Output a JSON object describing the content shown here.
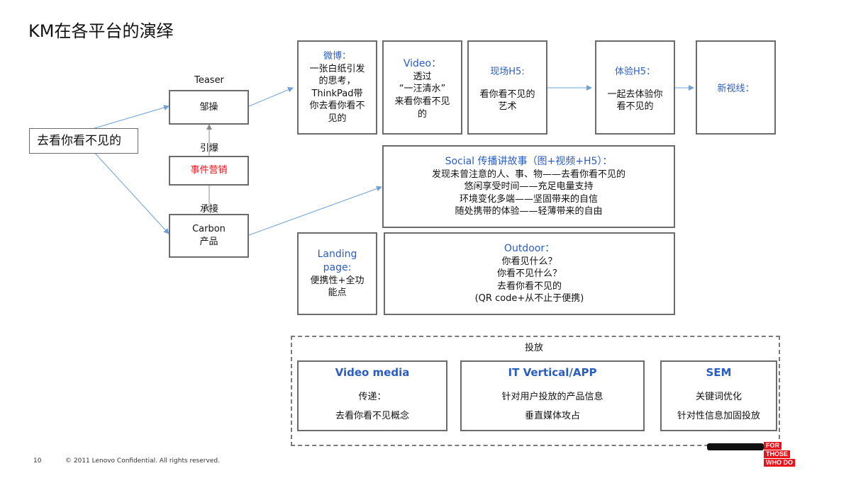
{
  "title": "KM在各平台的演绎",
  "footer": {
    "page": "10",
    "copyright": "© 2011 Lenovo Confidential. All rights reserved."
  },
  "left": {
    "main_box": "去看你看不见的",
    "teaser_label": "Teaser",
    "teaser_box": "邹操",
    "yinbao_label": "引爆",
    "event_box": "事件营销",
    "chengjie_label": "承接",
    "carbon_box_line1": "Carbon",
    "carbon_box_line2": "产品"
  },
  "top_row": {
    "weibo": {
      "title": "微博：",
      "lines": [
        "一张白纸引发",
        "的思考，",
        "ThinkPad带",
        "你去看你看不",
        "见的"
      ]
    },
    "video": {
      "title": "Video：",
      "lines": [
        "透过",
        "“一汪清水”",
        "来看你看不见",
        "的"
      ]
    },
    "xianchang": {
      "title": "现场H5:",
      "lines": [
        "看你看不见的",
        "艺术"
      ]
    },
    "tiyan": {
      "title": "体验H5：",
      "lines": [
        "一起去体验你",
        "看不见的"
      ]
    },
    "xinshixian": {
      "title": "新视线："
    }
  },
  "social": {
    "title": "Social 传播讲故事（图+视频+H5）：",
    "lines": [
      "发现未曾注意的人、事、物——去看你看不见的",
      "悠闲享受时间——充足电量支持",
      "环境变化多端——坚固带来的自信",
      "随处携带的体验——轻薄带来的自由"
    ]
  },
  "landing": {
    "title": "Landing page:",
    "lines": [
      "便携性+全功",
      "能点"
    ]
  },
  "outdoor": {
    "title": "Outdoor：",
    "lines": [
      "你看见什么？",
      "你看不见什么？",
      "去看你看不见的",
      "(QR code+从不止于便携)"
    ]
  },
  "toufang": {
    "label": "投放",
    "video_media": {
      "title": "Video media",
      "line1": "传递：",
      "line2": "去看你看不见概念"
    },
    "it_vertical": {
      "title": "IT Vertical/APP",
      "line1": "针对用户投放的产品信息",
      "line2": "垂直媒体攻占"
    },
    "sem": {
      "title": "SEM",
      "line1": "关键词优化",
      "line2": "针对性信息加固投放"
    }
  },
  "logo": {
    "tag1": "FOR",
    "tag2": "THOSE",
    "tag3": "WHO DO"
  },
  "colors": {
    "accent_blue": "#2a5dc0",
    "accent_red": "#e8141c",
    "box_border": "#6b6b6b",
    "arrow": "#6fa1d8"
  }
}
